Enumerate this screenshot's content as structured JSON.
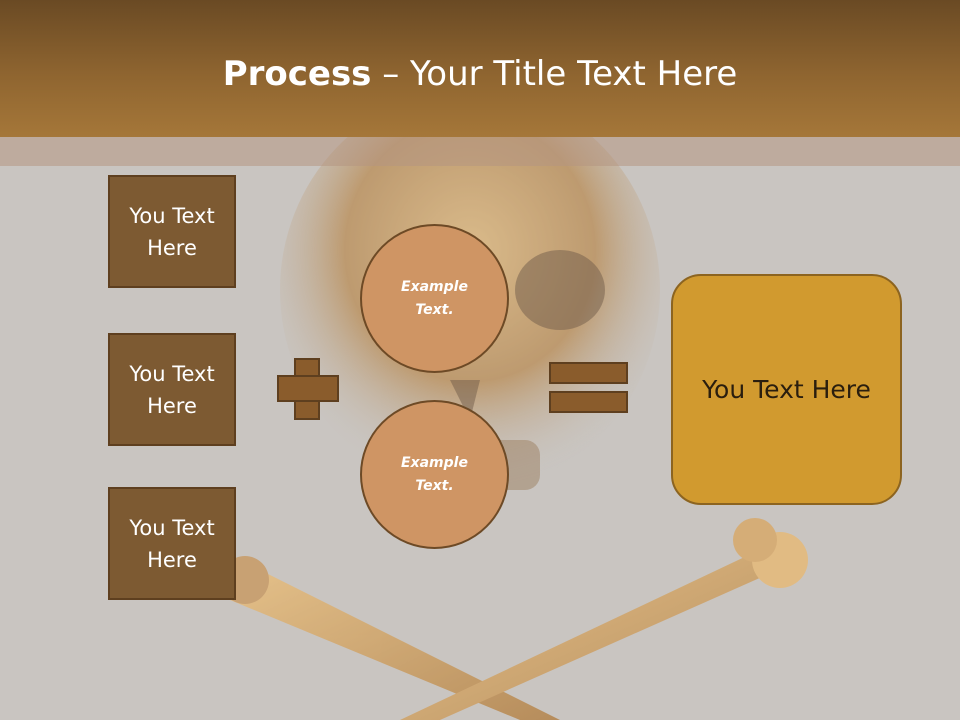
{
  "title": {
    "bold": "Process",
    "rest": " – Your Title Text Here"
  },
  "boxes": [
    {
      "label": "You Text Here"
    },
    {
      "label": "You Text Here"
    },
    {
      "label": "You Text Here"
    }
  ],
  "circles": [
    {
      "label": "Example Text."
    },
    {
      "label": "Example Text."
    }
  ],
  "result": {
    "label": "You Text Here"
  },
  "icons": {
    "plus": "plus-icon",
    "equals": "equals-icon"
  },
  "colors": {
    "title_bar": "#8f6530",
    "box_fill": "#7d5a32",
    "circle_fill": "#cf9564",
    "operator_fill": "#8a5c2c",
    "result_fill": "#d19a2f"
  }
}
